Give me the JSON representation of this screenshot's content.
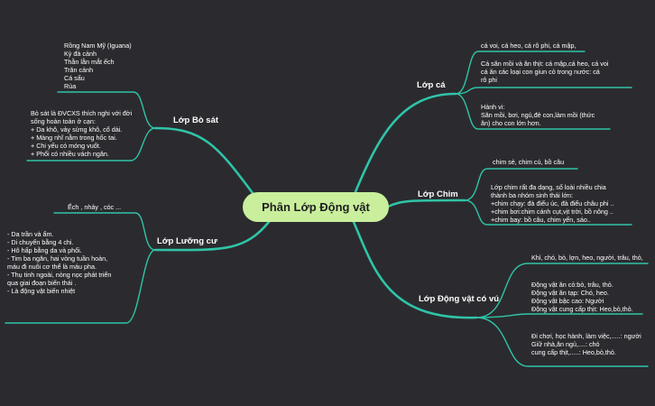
{
  "center": "Phân Lớp Động vật",
  "colors": {
    "background": "#2b2b2f",
    "branch_line": "#2fc4a8",
    "center_fill": "#c9ef9c"
  },
  "branches": {
    "ca": {
      "label": "Lớp cá",
      "notes": [
        "cá voi, cá heo, cá rô phi, cá mập,",
        "Cá săn mồi và ăn thịt: cá mập,cá heo, cá voi\ncá ăn các loại con giun cỏ trong nước: cá\nrô phi",
        "Hành vi:\nSăn mồi, bơi, ngủ,đẻ con,làm mồi (thức\năn) cho con lớn hơn."
      ]
    },
    "chim": {
      "label": "Lớp Chim",
      "notes": [
        "chim sẻ, chim cú, bồ câu",
        "Lớp chim rất đa dạng, số loài nhiều chia\nthành ba nhóm sinh thái lớn:\n+chim chạy: đà điểu úc, đà điểu châu phi ..\n+chim bơi:chim cánh cụt,vịt trời, bồ nông ..\n+chim bay: bồ câu, chim yến, sáo.."
      ]
    },
    "dongvatcovu": {
      "label": "Lớp Động vật có vú",
      "notes": [
        "Khỉ, chó, bò, lợn, heo, người, trâu, thỏ,",
        "Động vật ăn cỏ:bò, trâu, thỏ.\nĐộng vật ăn tạp: Chó, heo.\nĐộng vật bậc cao: Người\nĐộng vật cung cấp thịt: Heo,bò,thỏ.",
        "Đi chơi, học hành, làm việc,.....: người\nGiữ nhà,ăn ngủ,....: chó\ncung cấp thịt,.....: Heo,bò,thỏ."
      ]
    },
    "bosat": {
      "label": "Lớp Bò sát",
      "notes": [
        " Rồng Nam Mỹ (Iguana)\nKỳ đà cảnh\nThằn lằn mắt ếch\nTrăn cảnh\nCá sấu\nRùa",
        "Bò sát là ĐVCXS thích nghi với đời\nsống hoàn toàn ở cạn:\n+ Da khô, vảy sừng khô, cổ dài.\n+ Màng nhĩ nằm trong hốc tai.\n+ Chi yếu có móng vuốt.\n+ Phổi có nhiều vách ngăn."
      ]
    },
    "luongcu": {
      "label": "Lớp Lưỡng cư",
      "notes": [
        "Ếch , nhảy , cóc ...",
        "- Da trần và ẩm.\n- Di chuyển bằng 4 chi.\n- Hô hấp bằng da và phổi.\n- Tim ba ngăn, hai vòng tuần hoàn,\nmáu đi nuôi cơ thể  là máu pha.\n- Thụ tinh ngoài, nòng nọc phát triển\nqua giai đoạn biến thái .\n- Là động vật biến nhiệt"
      ]
    }
  }
}
